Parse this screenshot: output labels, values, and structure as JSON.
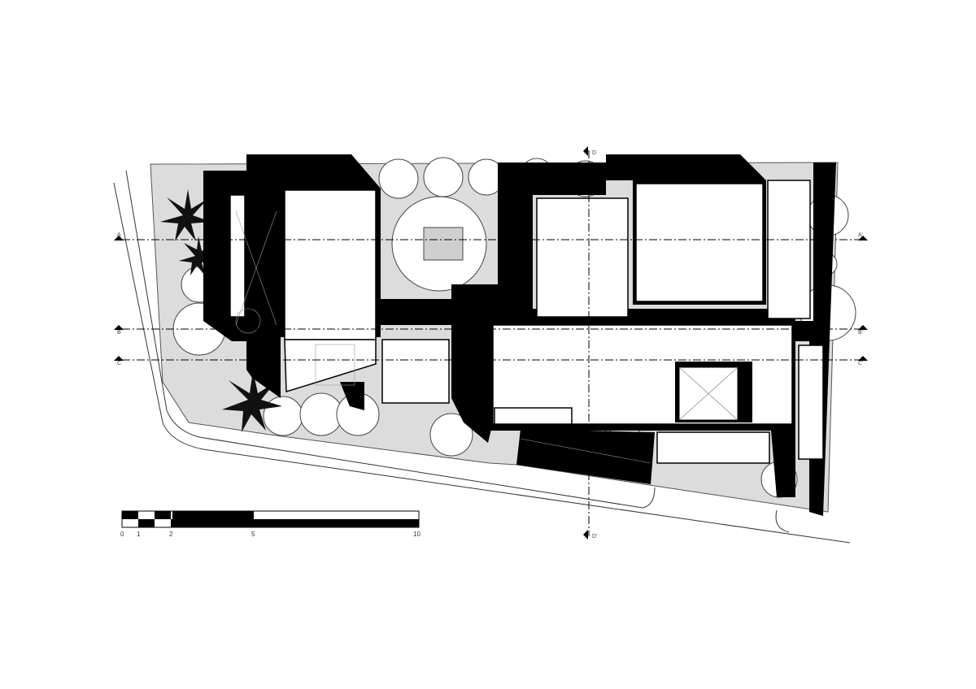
{
  "section_markers": {
    "a_left": "A",
    "a_right": "A'",
    "b_left": "B",
    "b_right": "B'",
    "c_left": "C",
    "c_right": "C'",
    "d_top": "D",
    "d_bottom": "D'"
  },
  "scale_bar": {
    "labels": [
      "0",
      "1",
      "2",
      "5",
      "10"
    ]
  }
}
